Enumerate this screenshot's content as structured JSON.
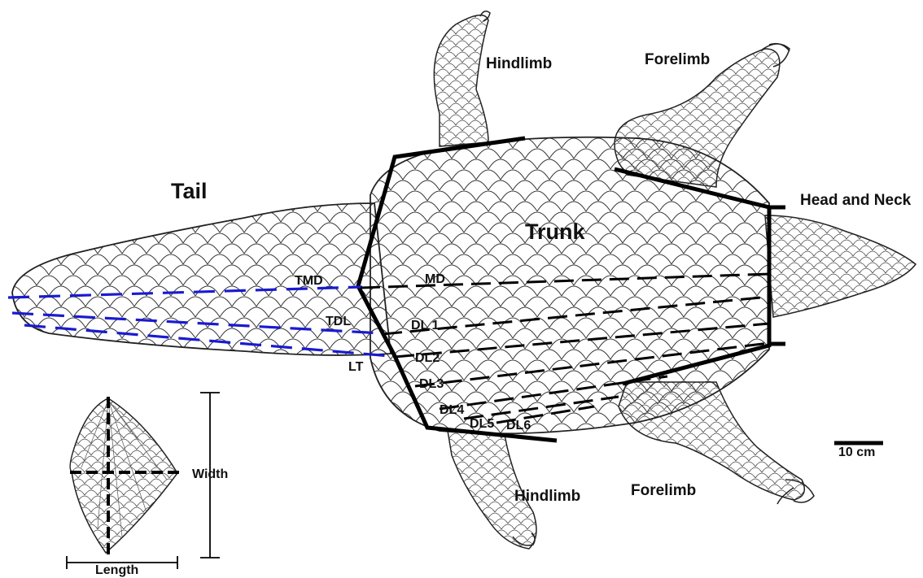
{
  "labels": {
    "hindlimb_top": "Hindlimb",
    "forelimb_top": "Forelimb",
    "tail": "Tail",
    "trunk": "Trunk",
    "head_neck": "Head and Neck",
    "hindlimb_bottom": "Hindlimb",
    "forelimb_bottom": "Forelimb",
    "scale_bar": "10 cm",
    "width": "Width",
    "length": "Length"
  },
  "lines": {
    "tmd": "TMD",
    "tdl": "TDL",
    "lt": "LT",
    "md": "MD",
    "dl1": "DL 1",
    "dl2": "DL2",
    "dl3": "DL3",
    "dl4": "DL4",
    "dl5": "DL5",
    "dl6": "DL6"
  },
  "colors": {
    "tail_lines": "#1a1ad0",
    "body_lines": "#000000",
    "outline": "#222222"
  }
}
